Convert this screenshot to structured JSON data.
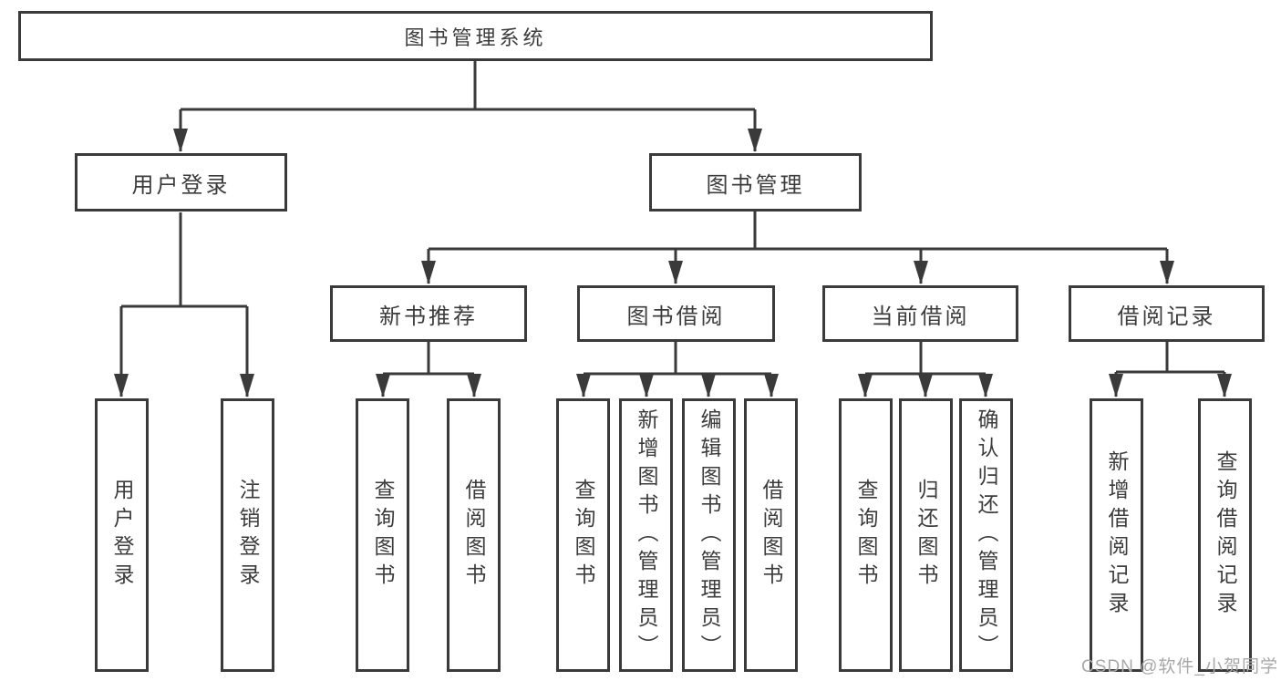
{
  "diagram_title": "图书管理系统",
  "tree": {
    "label": "图书管理系统",
    "children": [
      {
        "label": "用户登录",
        "children": [
          {
            "label": "用户登录"
          },
          {
            "label": "注销登录"
          }
        ]
      },
      {
        "label": "图书管理",
        "children": [
          {
            "label": "新书推荐",
            "children": [
              {
                "label": "查询图书"
              },
              {
                "label": "借阅图书"
              }
            ]
          },
          {
            "label": "图书借阅",
            "children": [
              {
                "label": "查询图书"
              },
              {
                "label": "新增图书（管理员）"
              },
              {
                "label": "编辑图书（管理员）"
              },
              {
                "label": "借阅图书"
              }
            ]
          },
          {
            "label": "当前借阅",
            "children": [
              {
                "label": "查询图书"
              },
              {
                "label": "归还图书"
              },
              {
                "label": "确认归还（管理员）"
              }
            ]
          },
          {
            "label": "借阅记录",
            "children": [
              {
                "label": "新增借阅记录"
              },
              {
                "label": "查询借阅记录"
              }
            ]
          }
        ]
      }
    ]
  },
  "watermark": {
    "text": "CSDN @软件_小贺同学"
  },
  "colors": {
    "line": "#3a3a3a",
    "box_border": "#3a3a3a",
    "text": "#3c3c3c",
    "background": "#ffffff",
    "watermark": "#a8a8a8"
  }
}
